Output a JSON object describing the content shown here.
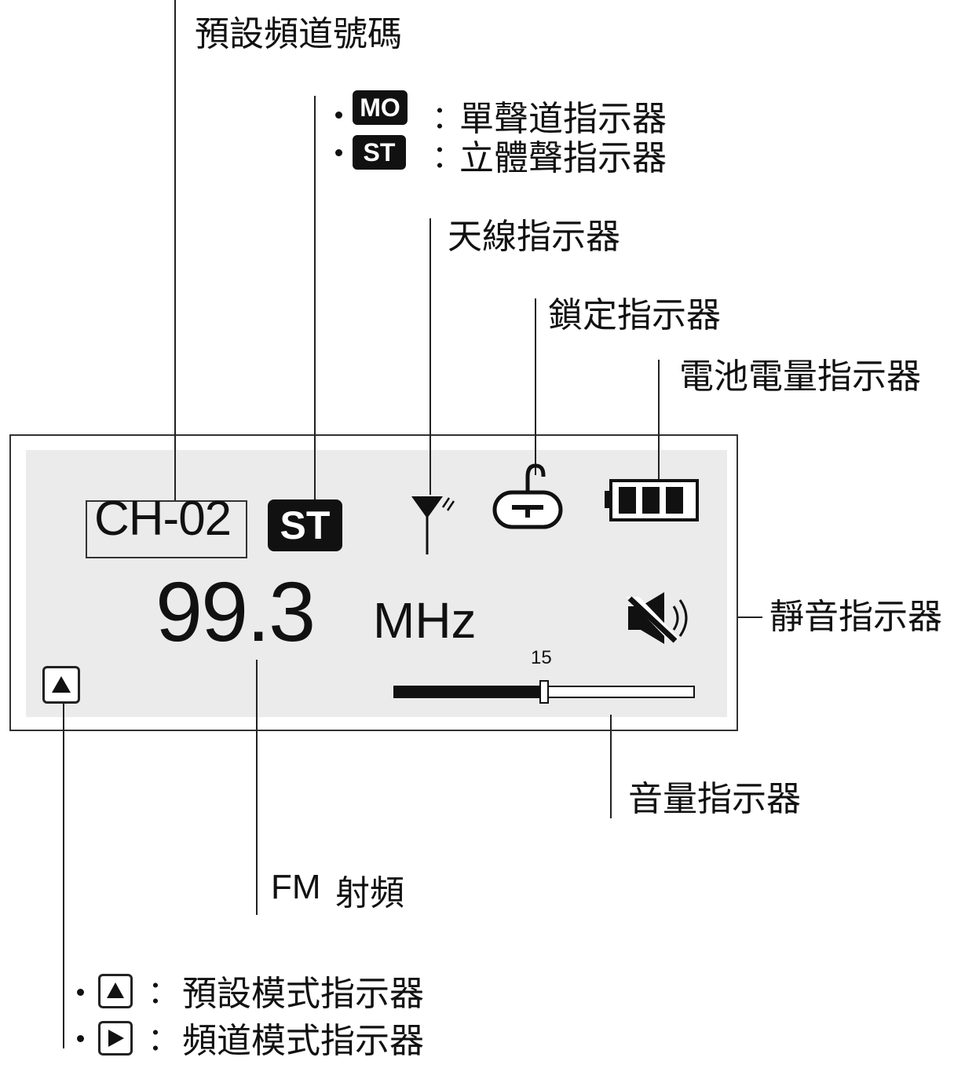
{
  "labels": {
    "preset_channel_number": "預設頻道號碼",
    "mono_indicator": "單聲道指示器",
    "stereo_indicator": "立體聲指示器",
    "antenna_indicator": "天線指示器",
    "lock_indicator": "鎖定指示器",
    "battery_indicator": "電池電量指示器",
    "mute_indicator": "靜音指示器",
    "volume_indicator": "音量指示器",
    "fm_frequency_prefix": "FM",
    "fm_frequency": "射頻",
    "preset_mode_indicator": "預設模式指示器",
    "channel_mode_indicator": "頻道模式指示器"
  },
  "legend": {
    "mono_badge": "MO",
    "stereo_badge": "ST",
    "colon": "："
  },
  "display": {
    "channel": "CH-02",
    "stereo_badge": "ST",
    "frequency": "99.3",
    "unit": "MHz",
    "volume_number": "15",
    "volume_level_fraction": 0.5,
    "battery_bars": 3
  },
  "icons": {
    "preset_mode": "up-triangle-icon",
    "channel_mode": "right-triangle-icon",
    "antenna": "antenna-icon",
    "lock": "lock-icon",
    "battery": "battery-icon",
    "mute": "mute-speaker-icon"
  }
}
